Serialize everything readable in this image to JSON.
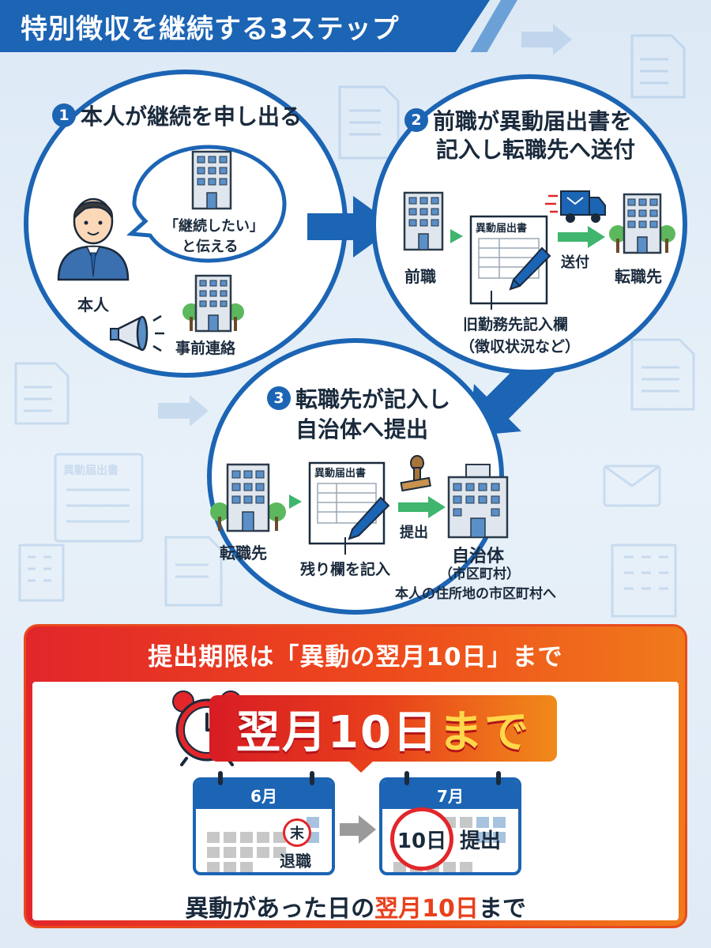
{
  "title": "特別徴収を継続する3ステップ",
  "steps": [
    {
      "num": "1",
      "title": "本人が継続を申し出る",
      "speech": [
        "「継続したい」",
        "と伝える"
      ],
      "person_label": "本人",
      "contact_label": "事前連絡"
    },
    {
      "num": "2",
      "title_lines": [
        "前職が異動届出書を",
        "記入し転職先へ送付"
      ],
      "from_label": "前職",
      "doc_title": "異動届出書",
      "send_label": "送付",
      "to_label": "転職先",
      "note_lines": [
        "旧勤務先記入欄",
        "（徴収状況など）"
      ]
    },
    {
      "num": "3",
      "title_lines": [
        "転職先が記入し",
        "自治体へ提出"
      ],
      "from_label": "転職先",
      "doc_title": "異動届出書",
      "submit_label": "提出",
      "to_label": "自治体",
      "to_sub": "（市区町村）",
      "to_note": "本人の住所地の市区町村へ",
      "note": "残り欄を記入"
    }
  ],
  "deadline": {
    "heading": "提出期限は「異動の翌月10日」まで",
    "ribbon_main": "翌月10日",
    "ribbon_tail": "まで",
    "cal1": {
      "month": "6月",
      "end_mark": "末",
      "caption": "退職"
    },
    "cal2": {
      "month": "7月",
      "day_mark": "10日",
      "caption": "提出"
    },
    "footer_pre": "異動があった日の",
    "footer_hl": "翌月10日",
    "footer_post": "まで"
  },
  "background_doc_text": "異動届出書",
  "colors": {
    "primary_blue": "#1c64b4",
    "accent_red": "#e2262a",
    "accent_orange": "#f07a1b",
    "arrow_green": "#3fb56e"
  }
}
